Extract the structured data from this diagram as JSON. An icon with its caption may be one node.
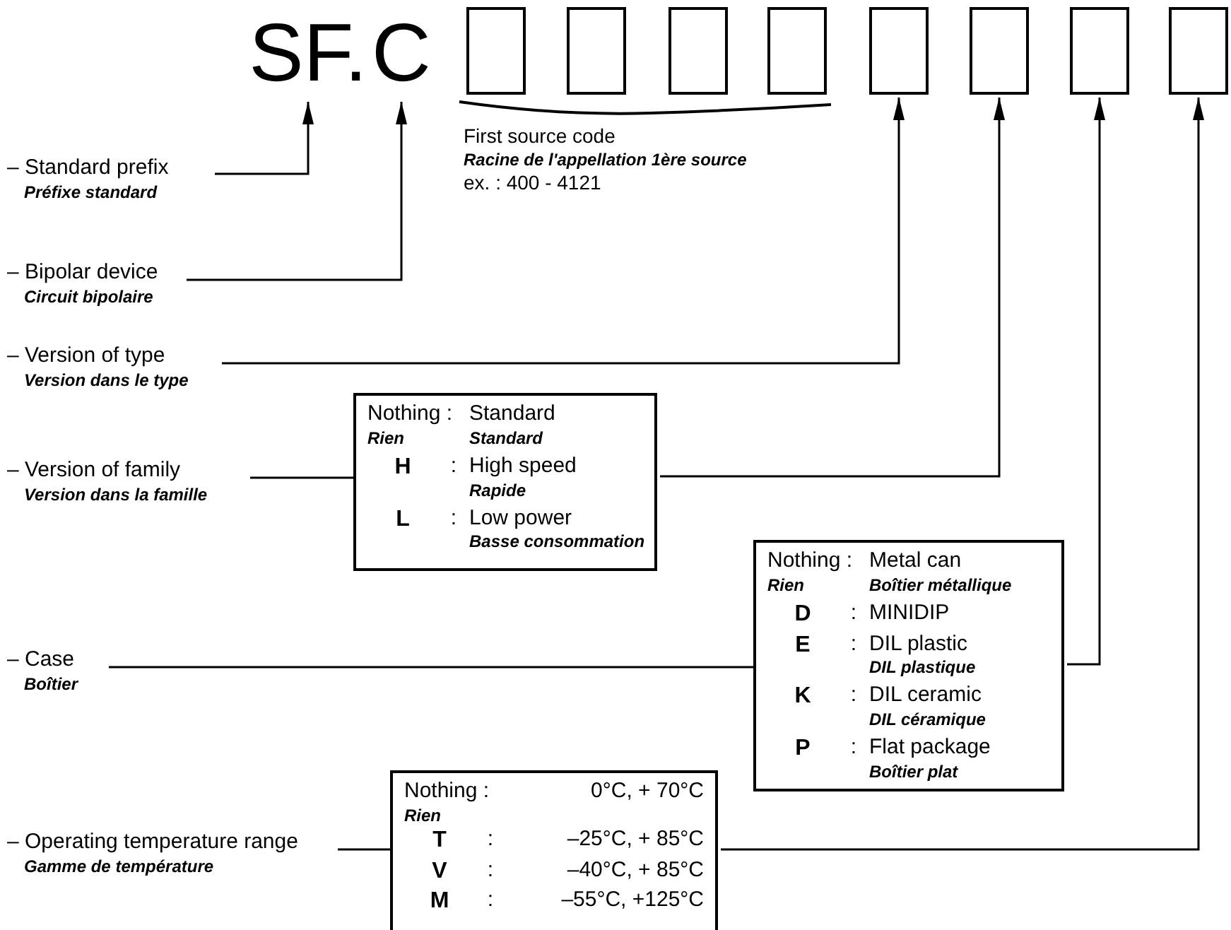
{
  "diagram": {
    "nodes": [
      {
        "text": [
          "SF."
        ]
      },
      {
        "text": [
          "C"
        ]
      },
      {
        "text": [],
        "shape": "box"
      },
      {
        "text": [],
        "shape": "box"
      },
      {
        "text": [],
        "shape": "box"
      },
      {
        "text": [],
        "shape": "box"
      },
      {
        "text": [],
        "shape": "box"
      },
      {
        "text": [],
        "shape": "box"
      },
      {
        "text": [],
        "shape": "box"
      },
      {
        "text": [],
        "shape": "box"
      },
      {
        "text": [
          "– Standard prefix",
          "Préfixe standard"
        ]
      },
      {
        "text": [
          "– Bipolar device",
          "Circuit bipolaire"
        ]
      },
      {
        "text": [
          "– Version of type",
          "Version dans le type"
        ]
      },
      {
        "text": [
          "– Version of family",
          "Version dans la famille"
        ]
      },
      {
        "text": [
          "Nothing :",
          "Rien",
          "Standard",
          "Standard",
          "H",
          ":",
          "High speed",
          "Rapide",
          "L",
          ":",
          "Low power",
          "Basse consommation"
        ]
      },
      {
        "text": [
          "– Case",
          "Boîtier"
        ]
      },
      {
        "text": [
          "Nothing :",
          "Rien",
          "Metal can",
          "Boîtier métallique",
          "D",
          ":",
          "MINIDIP",
          "E",
          ":",
          "DIL plastic",
          "DIL plastique",
          "K",
          ":",
          "DIL ceramic",
          "DIL céramique",
          "P",
          ":",
          "Flat package",
          "Boîtier plat"
        ]
      },
      {
        "text": [
          "– Operating temperature range",
          "Gamme de température"
        ]
      },
      {
        "text": [
          "Nothing :",
          "Rien",
          "0°C, + 70°C",
          "T",
          ":",
          "–25°C, + 85°C",
          "V",
          ":",
          "–40°C, + 85°C",
          "M",
          ":",
          "–55°C, +125°C"
        ]
      }
    ],
    "edges": [
      {
        "from": 10,
        "to": 0,
        "arrow": "to"
      },
      {
        "from": 11,
        "to": 1,
        "arrow": "to"
      },
      {
        "from": 12,
        "to": 6,
        "arrow": "to"
      },
      {
        "from": 13,
        "to": 14,
        "arrow": "none"
      },
      {
        "from": 14,
        "to": 7,
        "arrow": "to"
      },
      {
        "from": 15,
        "to": 16,
        "arrow": "none"
      },
      {
        "from": 16,
        "to": 8,
        "arrow": "to"
      },
      {
        "from": 17,
        "to": 18,
        "arrow": "none"
      },
      {
        "from": 18,
        "to": 9,
        "arrow": "to"
      }
    ],
    "labels": [
      "First source code",
      "Racine de l'appellation 1ère source",
      "ex. : 400 - 4121"
    ]
  }
}
